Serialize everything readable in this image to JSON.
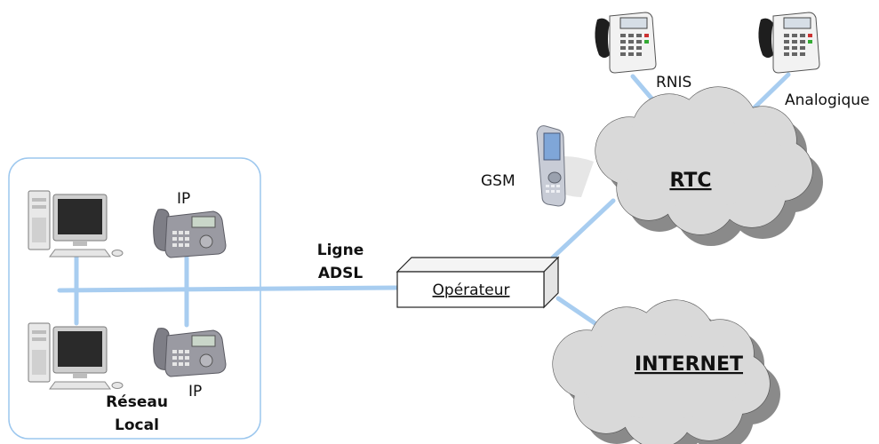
{
  "labels": {
    "adsl": [
      "Ligne",
      "ADSL"
    ],
    "operator": "Opérateur",
    "rtc": "RTC",
    "internet": "INTERNET",
    "rnis": "RNIS",
    "analog": "Analogique",
    "gsm": "GSM",
    "ip_top": "IP",
    "ip_bottom": "IP",
    "lan": [
      "Réseau",
      "Local"
    ]
  },
  "colors": {
    "link": "#a8cdf0",
    "lan_border": "#9cc7ee",
    "cloud_fill": "#d9d9d9",
    "cloud_shadow": "#8a8a8a"
  },
  "icons": [
    "desktop-computer-icon",
    "ip-phone-icon",
    "desk-phone-icon",
    "mobile-phone-icon",
    "cloud-icon"
  ]
}
